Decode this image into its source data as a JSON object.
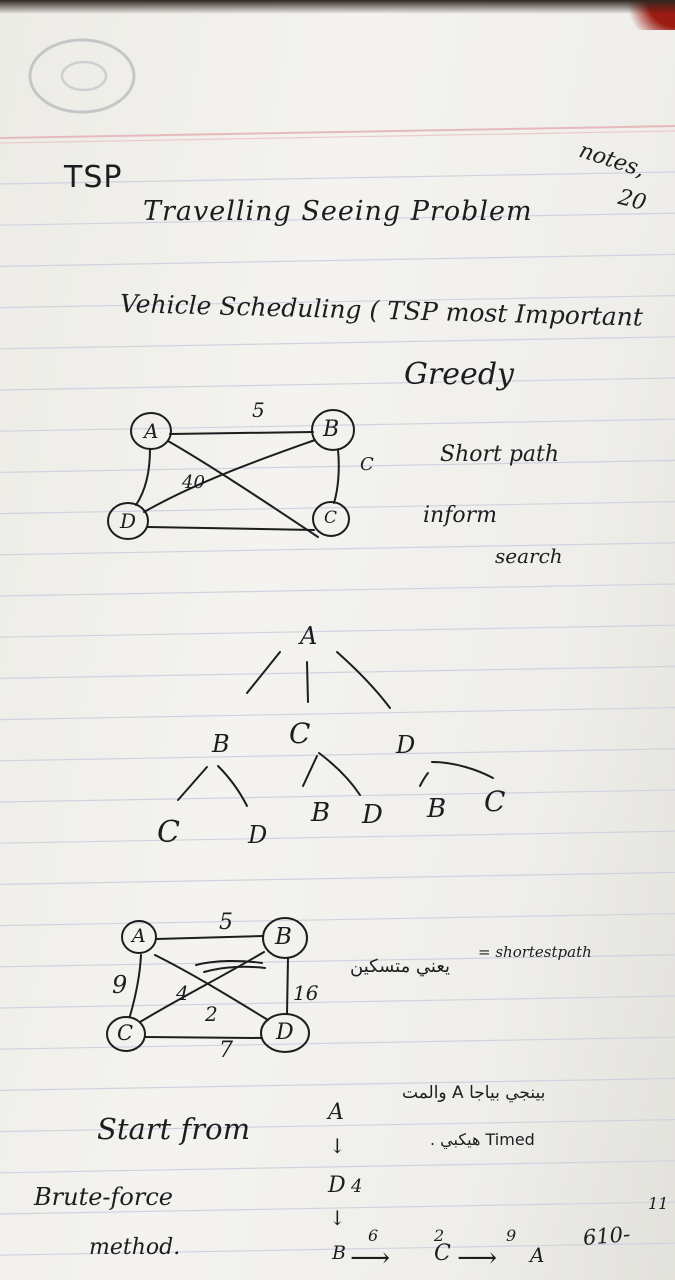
{
  "notebook": {
    "page_number_mark": "",
    "corner_note": [
      "notes,",
      "20"
    ],
    "header": {
      "tsp": "TSP",
      "tsp_full": "Travelling Seeing Problem",
      "vehicle_note": "Vehicle Scheduling ( TSP most Important"
    },
    "graph1": {
      "nodes": [
        "A",
        "B",
        "D",
        "C"
      ],
      "edge_labels": [
        "5",
        "40",
        "C"
      ],
      "side_notes": [
        "Greedy",
        "Short path",
        "inform",
        "search"
      ]
    },
    "tree": {
      "root": "A",
      "level1": [
        "B",
        "C",
        "D"
      ],
      "level2": [
        "C",
        "D",
        "B",
        "D",
        "B",
        "C"
      ]
    },
    "graph2": {
      "nodes": [
        "A",
        "B",
        "C",
        "D"
      ],
      "edge_labels": [
        "5",
        "9",
        "4",
        "2",
        "16",
        "7"
      ],
      "arabic_note": "يعني متسكين",
      "shortest_path_label": "= shortestpath"
    },
    "route": {
      "start_label": "Start from",
      "brute_force_label": "Brute-force",
      "method_label": "method.",
      "steps": [
        "A",
        "D",
        "B",
        "C",
        "A"
      ],
      "step_weights": [
        "4",
        "6",
        "2",
        "9"
      ],
      "arrow_down": "↓",
      "arrow_right": "⟶",
      "arabic_note_1": "والمت A بينجي بياجا",
      "arabic_note_2": ". هيكبي Timed",
      "total": "610-",
      "total_extra": "11"
    },
    "colors": {
      "paper": "#f1f0ec",
      "rule_line": "#cfd3de",
      "margin_line": "#e7b9bd",
      "ink": "#1d1c1f"
    }
  }
}
